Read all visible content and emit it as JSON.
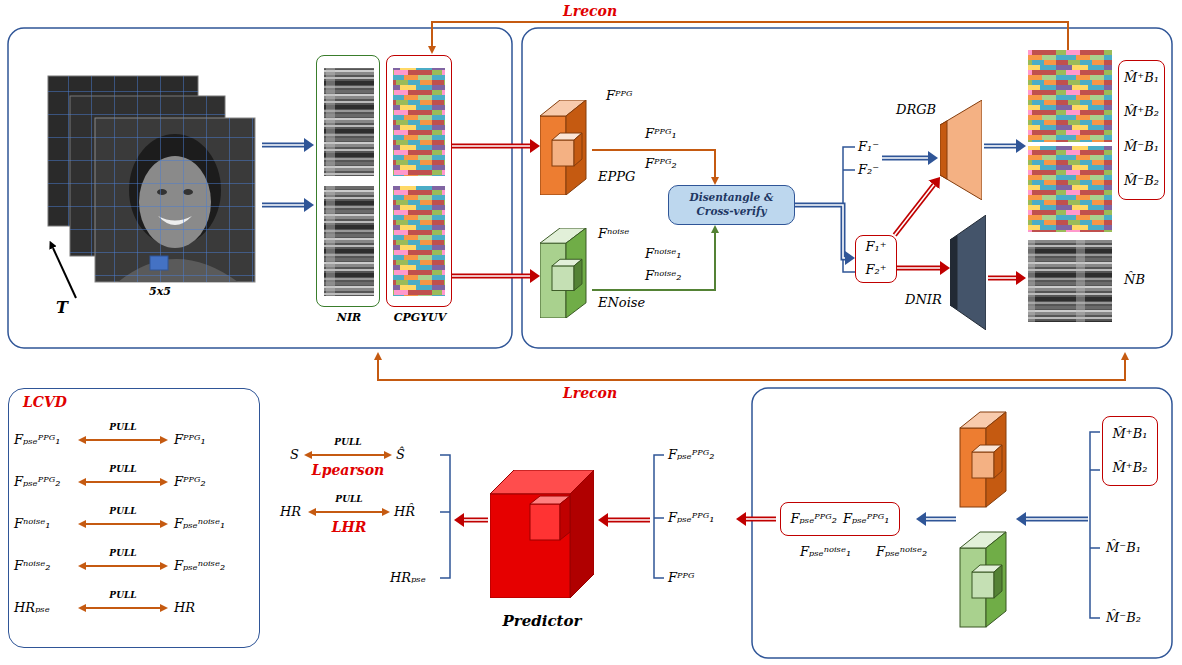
{
  "diagram": {
    "nodes": [
      {
        "text": [
          "NIR"
        ]
      },
      {
        "text": [
          "CPGYUV"
        ]
      },
      {
        "text": [
          "EPPG"
        ]
      },
      {
        "text": [
          "ENoise"
        ]
      },
      {
        "text": [
          "Disentangle & Cross-verify"
        ]
      },
      {
        "text": [
          "F₁⁺",
          "F₂⁺"
        ]
      },
      {
        "text": [
          "DRGB"
        ]
      },
      {
        "text": [
          "DNIR"
        ]
      },
      {
        "text": [
          "M̂⁺B₁",
          "M̂⁺B₂",
          "M̂⁻B₁",
          "M̂⁻B₂"
        ]
      },
      {
        "text": [
          "LCVD"
        ]
      },
      {
        "text": [
          "Predictor"
        ]
      },
      {
        "text": [
          "Fₚₛₑᴾᴾᴳ₂",
          "Fₚₛₑᴾᴾᴳ₁"
        ]
      },
      {
        "text": [
          "M̂⁺B₁",
          "M̂⁺B₂"
        ]
      }
    ],
    "edges": [
      {
        "from": 1,
        "to": 2,
        "arrow": "to"
      },
      {
        "from": 1,
        "to": 3,
        "arrow": "to"
      },
      {
        "from": 2,
        "to": 4,
        "arrow": "to"
      },
      {
        "from": 3,
        "to": 4,
        "arrow": "to"
      },
      {
        "from": 4,
        "to": 5,
        "arrow": "to"
      },
      {
        "from": 5,
        "to": 6,
        "arrow": "to"
      },
      {
        "from": 5,
        "to": 7,
        "arrow": "to"
      }
    ],
    "labels": [
      "T",
      "5x5",
      "Lrecon",
      "Fᴾᴾᴳ",
      "Fᴾᴾᴳ₁",
      "Fᴾᴾᴳ₂",
      "Fⁿᵒⁱˢᵉ",
      "Fⁿᵒⁱˢᵉ₁",
      "Fⁿᵒⁱˢᵉ₂",
      "F₁⁻",
      "F₂⁻",
      "N̂B",
      "Lrecon",
      "Fₚₛₑᴾᴾᴳ₁",
      "PULL",
      "Fᴾᴾᴳ₁",
      "Fₚₛₑᴾᴾᴳ₂",
      "PULL",
      "Fᴾᴾᴳ₂",
      "Fⁿᵒⁱˢᵉ₁",
      "PULL",
      "Fₚₛₑⁿᵒⁱˢᵉ₁",
      "Fⁿᵒⁱˢᵉ₂",
      "PULL",
      "Fₚₛₑⁿᵒⁱˢᵉ₂",
      "HRₚₛₑ",
      "PULL",
      "HR",
      "S",
      "PULL",
      "Ŝ",
      "Lpearson",
      "HR",
      "PULL",
      "HR̂",
      "LHR",
      "HRₚₛₑ",
      "Fₚₛₑᴾᴾᴳ₂",
      "Fₚₛₑᴾᴾᴳ₁",
      "Fᴾᴾᴳ",
      "Fₚₛₑⁿᵒⁱˢᵉ₁",
      "Fₚₛₑⁿᵒⁱˢᵉ₂",
      "M̂⁻B₁",
      "M̂⁻B₂"
    ]
  }
}
